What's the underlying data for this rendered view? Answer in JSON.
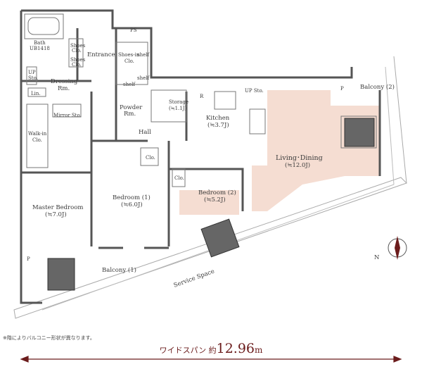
{
  "rooms": {
    "bath": [
      "Bath",
      "UB1418"
    ],
    "shoes_1": [
      "Shoes",
      "Clo."
    ],
    "shoes_2": [
      "Shoes",
      "Clo."
    ],
    "entrance": "Entrance",
    "shoes_in": [
      "Shoes-in",
      "Clo."
    ],
    "shelf": "shelf",
    "ps": "PS",
    "up_sto": [
      "UP",
      "Sto."
    ],
    "dressing": [
      "Dressing",
      "Rm."
    ],
    "lin": "Lin.",
    "mirror_sto": "Mirror Sto.",
    "walk_in": [
      "Walk-in",
      "Clo."
    ],
    "powder": [
      "Powder",
      "Rm."
    ],
    "storage": [
      "Storage",
      "(≒1.1J)"
    ],
    "hall": "Hall",
    "kitchen": [
      "Kitchen",
      "(≒3.7J)"
    ],
    "up_sto_kitchen": "UP Sto.",
    "fridge_mark": "R",
    "living": [
      "Living･Dining",
      "(≒12.0J)"
    ],
    "balcony2": "Balcony (2)",
    "clo": "Clo.",
    "bedroom1": [
      "Bedroom (1)",
      "(≒6.0J)"
    ],
    "bedroom2": [
      "Bedroom (2)",
      "(≒5.2J)"
    ],
    "master": [
      "Master Bedroom",
      "(≒7.0J)"
    ],
    "balcony1": "Balcony (1)",
    "service_space": "Service Space",
    "p_mark": "P"
  },
  "compass": "N",
  "note": "※階によりバルコニー形状が異なります。",
  "span": {
    "prefix": "ワイドスパン 約",
    "value": "12.96",
    "unit": "m"
  },
  "colors": {
    "wall": "#555555",
    "floor": "#f5ddd2",
    "accent": "#6b1c1c",
    "window": "#c0504d",
    "hatch": "#bbbbbb"
  }
}
